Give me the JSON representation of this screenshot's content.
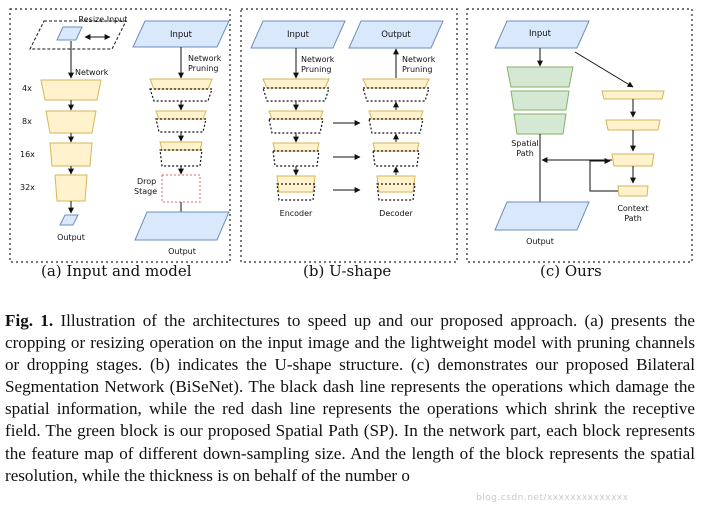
{
  "panels": [
    {
      "caption": "(a) Input and model",
      "labels": {
        "resize_input": "Resize Input",
        "input": "Input",
        "network": "Network",
        "network_pruning": "Network Pruning",
        "scale_4x": "4x",
        "scale_8x": "8x",
        "scale_16x": "16x",
        "scale_32x": "32x",
        "drop_stage": "Drop Stage",
        "output_left": "Output",
        "output_right": "Output"
      }
    },
    {
      "caption": "(b) U-shape",
      "labels": {
        "input": "Input",
        "output": "Output",
        "network_pruning_left": "Network Pruning",
        "network_pruning_right": "Network Pruning",
        "encoder": "Encoder",
        "decoder": "Decoder"
      }
    },
    {
      "caption": "(c) Ours",
      "labels": {
        "input": "Input",
        "spatial_path": "Spatial Path",
        "context_path": "Context Path",
        "output": "Output"
      }
    }
  ],
  "caption": {
    "label": "Fig. 1.",
    "text": "Illustration of the architectures to speed up and our proposed approach. (a) presents the cropping or resizing operation on the input image and the lightweight model with pruning channels or dropping stages. (b) indicates the U-shape structure. (c) demonstrates our proposed Bilateral Segmentation Network (BiSeNet). The black dash line represents the operations which damage the spatial information, while the red dash line represents the operations which shrink the receptive field. The green block is our proposed Spatial Path (SP). In the network part, each block represents the feature map of different down-sampling size. And the length of the block represents the spatial resolution, while the thickness is on behalf of the number o"
  },
  "watermark": "blog.csdn.net/xxxxxxxxxxxxxx",
  "colors": {
    "input_fill": "#dae8fc",
    "input_stroke": "#6c8ebf",
    "block_fill": "#fff2cc",
    "block_stroke": "#d6b656",
    "green_fill": "#d5e8d4",
    "green_stroke": "#82b366",
    "drop_stroke": "#e0676b"
  }
}
